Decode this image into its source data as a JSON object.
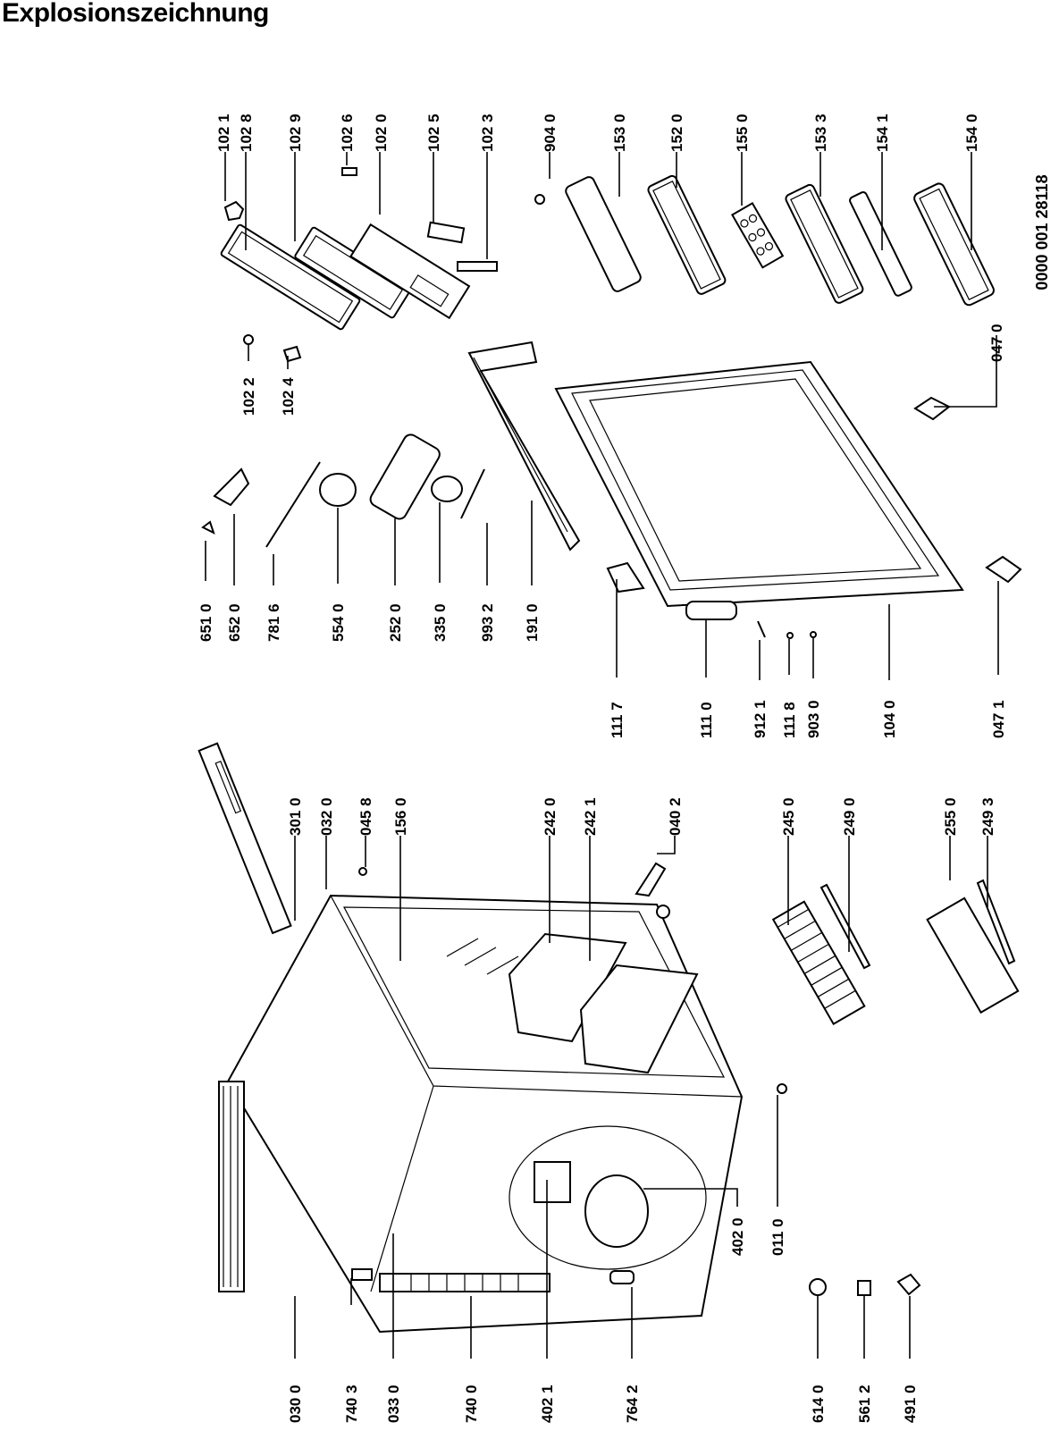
{
  "title": "Explosionszeichnung",
  "drawing_number": "0000 001 28118",
  "part_labels": [
    "102 1",
    "102 8",
    "102 9",
    "102 6",
    "102 0",
    "102 5",
    "102 3",
    "904 0",
    "153 0",
    "152 0",
    "155 0",
    "153 3",
    "154 1",
    "154 0",
    "102 2",
    "102 4",
    "047 0",
    "651 0",
    "652 0",
    "781 6",
    "554 0",
    "252 0",
    "335 0",
    "993 2",
    "191 0",
    "111 7",
    "111 0",
    "912 1",
    "111 8",
    "903 0",
    "104 0",
    "047 1",
    "301 0",
    "032 0",
    "045 8",
    "156 0",
    "242 0",
    "242 1",
    "040 2",
    "245 0",
    "249 0",
    "255 0",
    "249 3",
    "030 0",
    "740 3",
    "033 0",
    "740 0",
    "402 1",
    "764 2",
    "402 0",
    "011 0",
    "614 0",
    "561 2",
    "491 0"
  ]
}
